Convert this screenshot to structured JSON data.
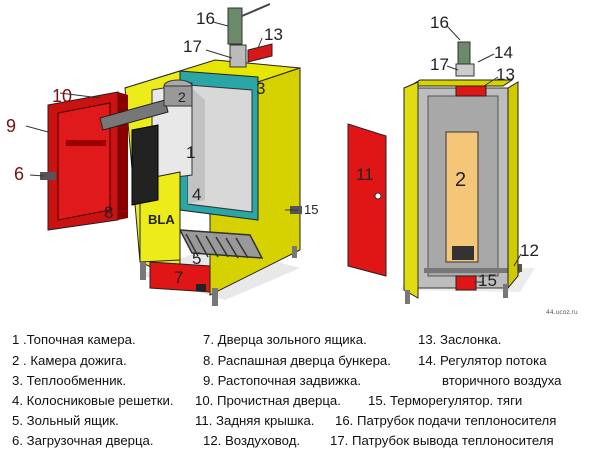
{
  "diagram": {
    "watermark": "44.ucoz.ru",
    "left_view": {
      "callouts": [
        "1",
        "2",
        "3",
        "4",
        "5",
        "6",
        "7",
        "8",
        "9",
        "10",
        "13",
        "15",
        "16",
        "17"
      ],
      "panel_text": "BLA"
    },
    "right_view": {
      "callouts": [
        "2",
        "11",
        "12",
        "13",
        "14",
        "15",
        "16",
        "17"
      ]
    }
  },
  "legend": {
    "col1": [
      "1 .Топочная камера.",
      "2 . Камера дожига.",
      "3. Теплообменник.",
      "4. Колосниковые решетки.",
      "5. Зольный ящик.",
      "6. Загрузочная дверца."
    ],
    "col2": [
      "7. Дверца зольного ящика.",
      "8. Распашная дверца бункера.",
      "9. Растопочная задвижка.",
      "10. Прочистная дверца.",
      "11. Задняя крышка.",
      "12. Воздуховод."
    ],
    "col3": [
      "13. Заслонка.",
      "14. Регулятор потока",
      "вторичного воздуха",
      "15. Терморегулятор. тяги",
      "16. Патрубок подачи теплоносителя",
      "17. Патрубок вывода теплоносителя"
    ]
  }
}
